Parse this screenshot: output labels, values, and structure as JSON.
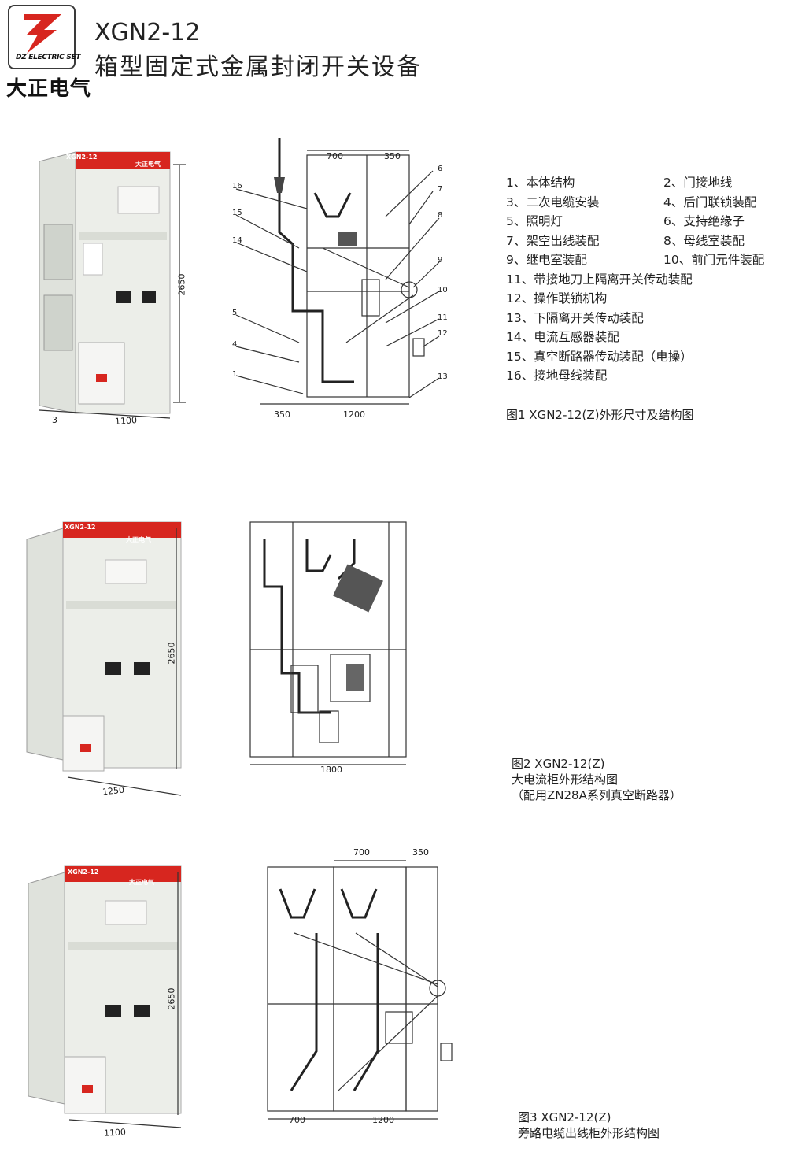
{
  "header": {
    "logo_text": "DZ ELECTRIC SET",
    "brand": "大正电气",
    "model": "XGN2-12",
    "subtitle": "箱型固定式金属封闭开关设备"
  },
  "colors": {
    "brand_red": "#d7261f",
    "cabinet": "#e9ebe6",
    "line": "#333333"
  },
  "cabinet": {
    "label": "XGN2-12",
    "brand_label": "大正电气"
  },
  "figure1": {
    "dims": {
      "top_left": "700",
      "top_right": "350",
      "bottom_left": "350",
      "bottom_right": "1200",
      "height": "2650",
      "width": "1100",
      "marker": "3"
    },
    "callouts": [
      "1",
      "4",
      "5",
      "6",
      "7",
      "8",
      "9",
      "10",
      "11",
      "12",
      "13",
      "14",
      "15",
      "16"
    ],
    "parts": [
      "1、本体结构",
      "2、门接地线",
      "3、二次电缆安装",
      "4、后门联锁装配",
      "5、照明灯",
      "6、支持绝缘子",
      "7、架空出线装配",
      "8、母线室装配",
      "9、继电室装配",
      "10、前门元件装配",
      "11、带接地刀上隔离开关传动装配",
      "12、操作联锁机构",
      "13、下隔离开关传动装配",
      "14、电流互感器装配",
      "15、真空断路器传动装配（电操）",
      "16、接地母线装配"
    ],
    "caption": "图1 XGN2-12(Z)外形尺寸及结构图"
  },
  "figure2": {
    "dims": {
      "height": "2650",
      "width": "1250",
      "bottom": "1800"
    },
    "caption_lines": [
      "图2 XGN2-12(Z)",
      "大电流柜外形结构图",
      "（配用ZN28A系列真空断路器）"
    ]
  },
  "figure3": {
    "dims": {
      "height": "2650",
      "width": "1100",
      "top_left": "700",
      "top_right": "350",
      "bottom_left": "700",
      "bottom_right": "1200"
    },
    "caption_lines": [
      "图3 XGN2-12(Z)",
      "旁路电缆出线柜外形结构图"
    ]
  }
}
